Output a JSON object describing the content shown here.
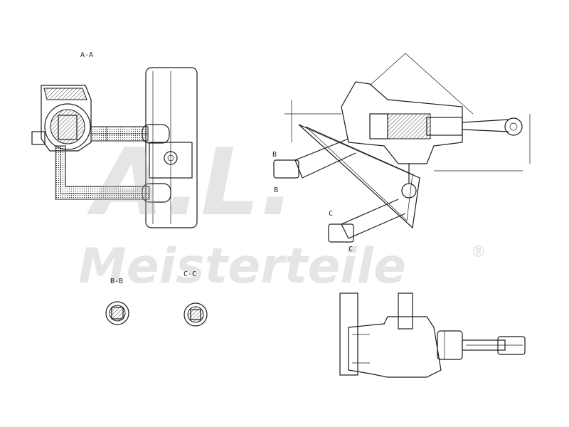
{
  "labels": {
    "section_aa": "A-A",
    "section_bb": "B-B",
    "section_cc": "C-C",
    "cut_b_top": "B",
    "cut_b_bottom": "B",
    "cut_c_top": "C",
    "cut_c_bottom": "C"
  },
  "watermark": {
    "logo_text": "A.L.",
    "brand": "Meisterteile",
    "mark": "®"
  },
  "colors": {
    "line": "#1a1a1a",
    "watermark": "#b4b4b4"
  }
}
